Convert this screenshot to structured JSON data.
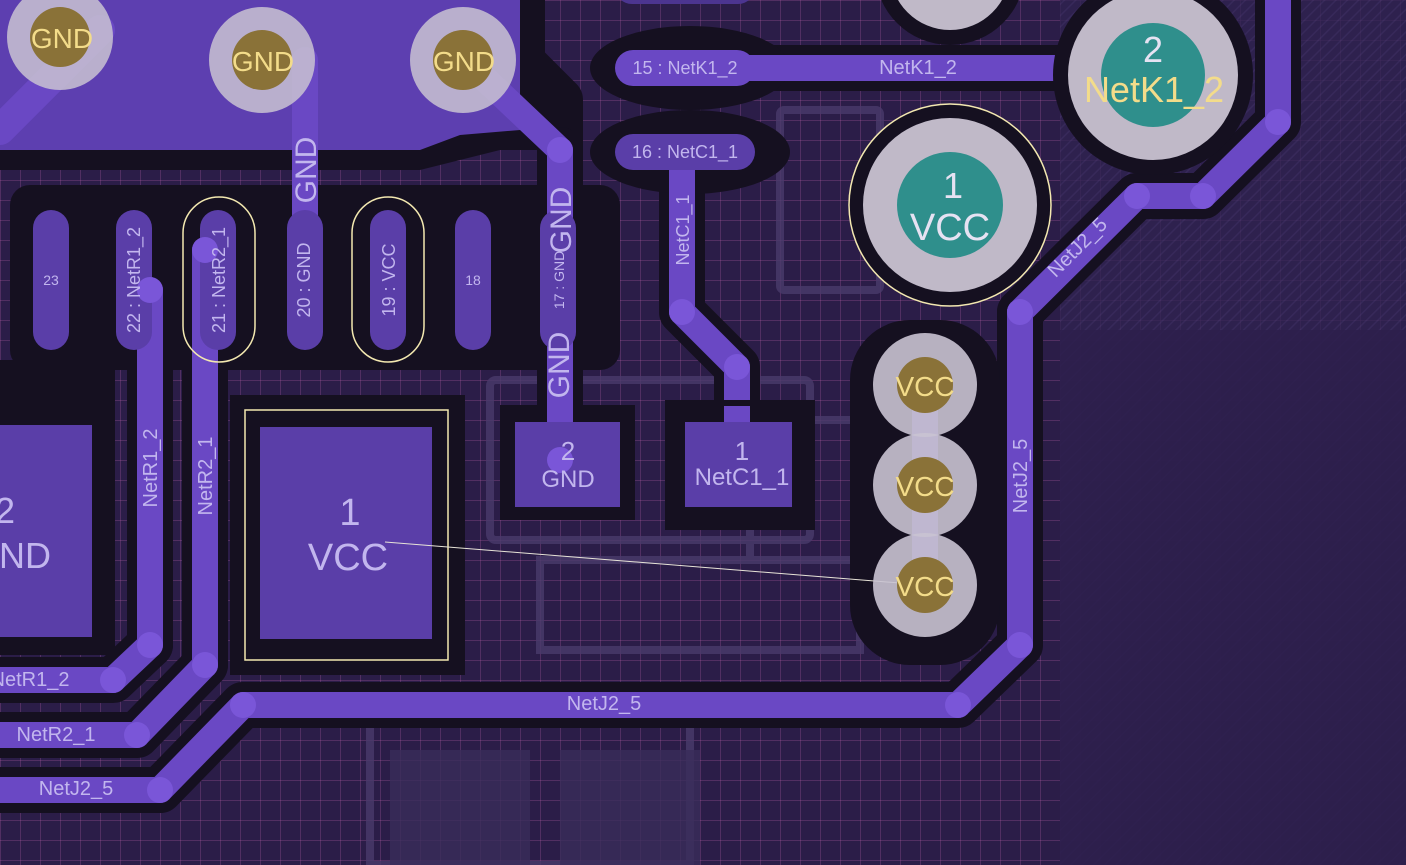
{
  "nets": {
    "gnd": "GND",
    "vcc": "VCC",
    "netk1_2": "NetK1_2",
    "netc1_1": "NetC1_1",
    "netr1_2": "NetR1_2",
    "netr2_1": "NetR2_1",
    "netj2_5": "NetJ2_5"
  },
  "pin_labels": {
    "p15": "15 : NetK1_2",
    "p16": "16 : NetC1_1",
    "p17": "17 : GND",
    "p18": "18",
    "p19": "19 : VCC",
    "p20": "20 : GND",
    "p21": "21 : NetR2_1",
    "p22": "22 : NetR1_2",
    "p23": "23"
  },
  "pads": {
    "left_smd_num": "2",
    "left_smd_net": "ND",
    "vcc_smd_num": "1",
    "gnd_smd_num": "2",
    "netc1_smd_num": "1",
    "tht_vcc_num": "1",
    "tht_netk1_num": "2"
  },
  "colors": {
    "board": "#2b1d48",
    "copper": "#6a48c4",
    "pad": "#5a3ea8",
    "via_ring": "#c9c3d2",
    "via_hole": "#8a7238",
    "tht_hole": "#2f8f8c",
    "label": "#c2b6ee",
    "via_label": "#f3dc8a",
    "selection": "#f3e8b0"
  }
}
